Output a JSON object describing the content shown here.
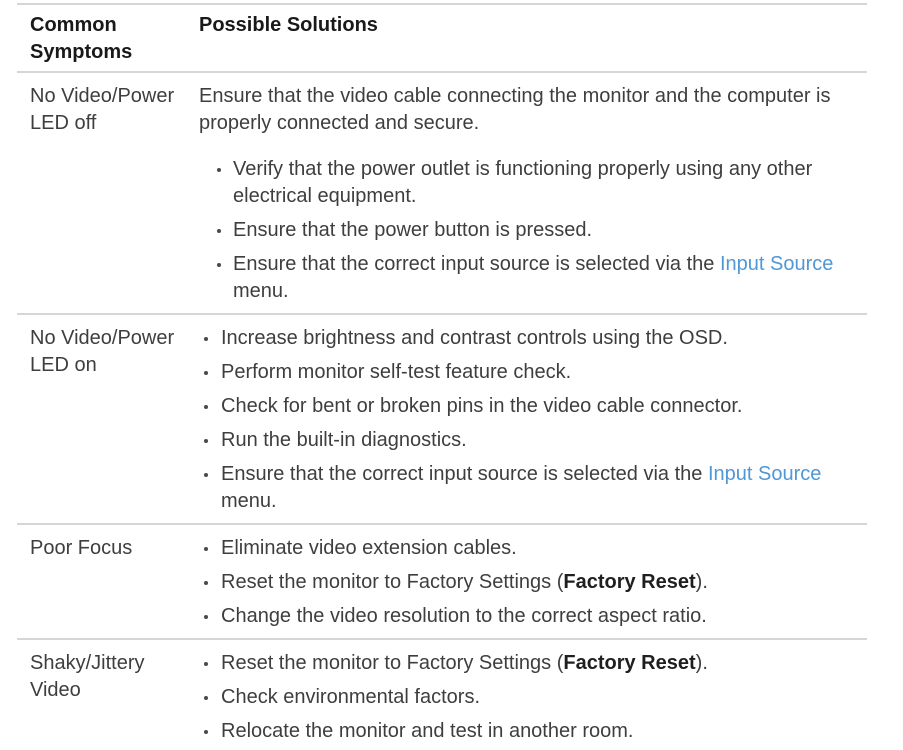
{
  "colors": {
    "link_blue": "#4f97d7",
    "body_text": "#3e3e3e",
    "heading_text": "#191919",
    "divider_gray": "#d6d6d6",
    "background": "#ffffff"
  },
  "table": {
    "headers": {
      "symptoms": "Common Symptoms",
      "solutions": "Possible Solutions"
    },
    "rows": [
      {
        "symptom": "No Video/Power LED off",
        "intro": "Ensure that the video cable connecting the monitor and the computer is properly connected and secure.",
        "bullets": [
          {
            "pre": "Verify that the power outlet is functioning properly using any other electrical equipment."
          },
          {
            "pre": "Ensure that the power button is pressed."
          },
          {
            "pre": "Ensure that the correct input source is selected via the ",
            "link": "Input Source",
            "post": " menu."
          }
        ]
      },
      {
        "symptom": "No Video/Power LED on",
        "bullets": [
          {
            "pre": "Increase brightness and contrast controls using the OSD."
          },
          {
            "pre": "Perform monitor self-test feature check."
          },
          {
            "pre": "Check for bent or broken pins in the video cable connector."
          },
          {
            "pre": "Run the built-in diagnostics."
          },
          {
            "pre": "Ensure that the correct input source is selected via the ",
            "link": "Input Source",
            "post": " menu."
          }
        ]
      },
      {
        "symptom": "Poor Focus",
        "bullets": [
          {
            "pre": "Eliminate video extension cables."
          },
          {
            "pre": "Reset the monitor to Factory Settings (",
            "bold": "Factory Reset",
            "post": ")."
          },
          {
            "pre": "Change the video resolution to the correct aspect ratio."
          }
        ]
      },
      {
        "symptom": "Shaky/Jittery Video",
        "bullets": [
          {
            "pre": "Reset the monitor to Factory Settings (",
            "bold": "Factory Reset",
            "post": ")."
          },
          {
            "pre": "Check environmental factors."
          },
          {
            "pre": "Relocate the monitor and test in another room."
          }
        ]
      }
    ]
  }
}
